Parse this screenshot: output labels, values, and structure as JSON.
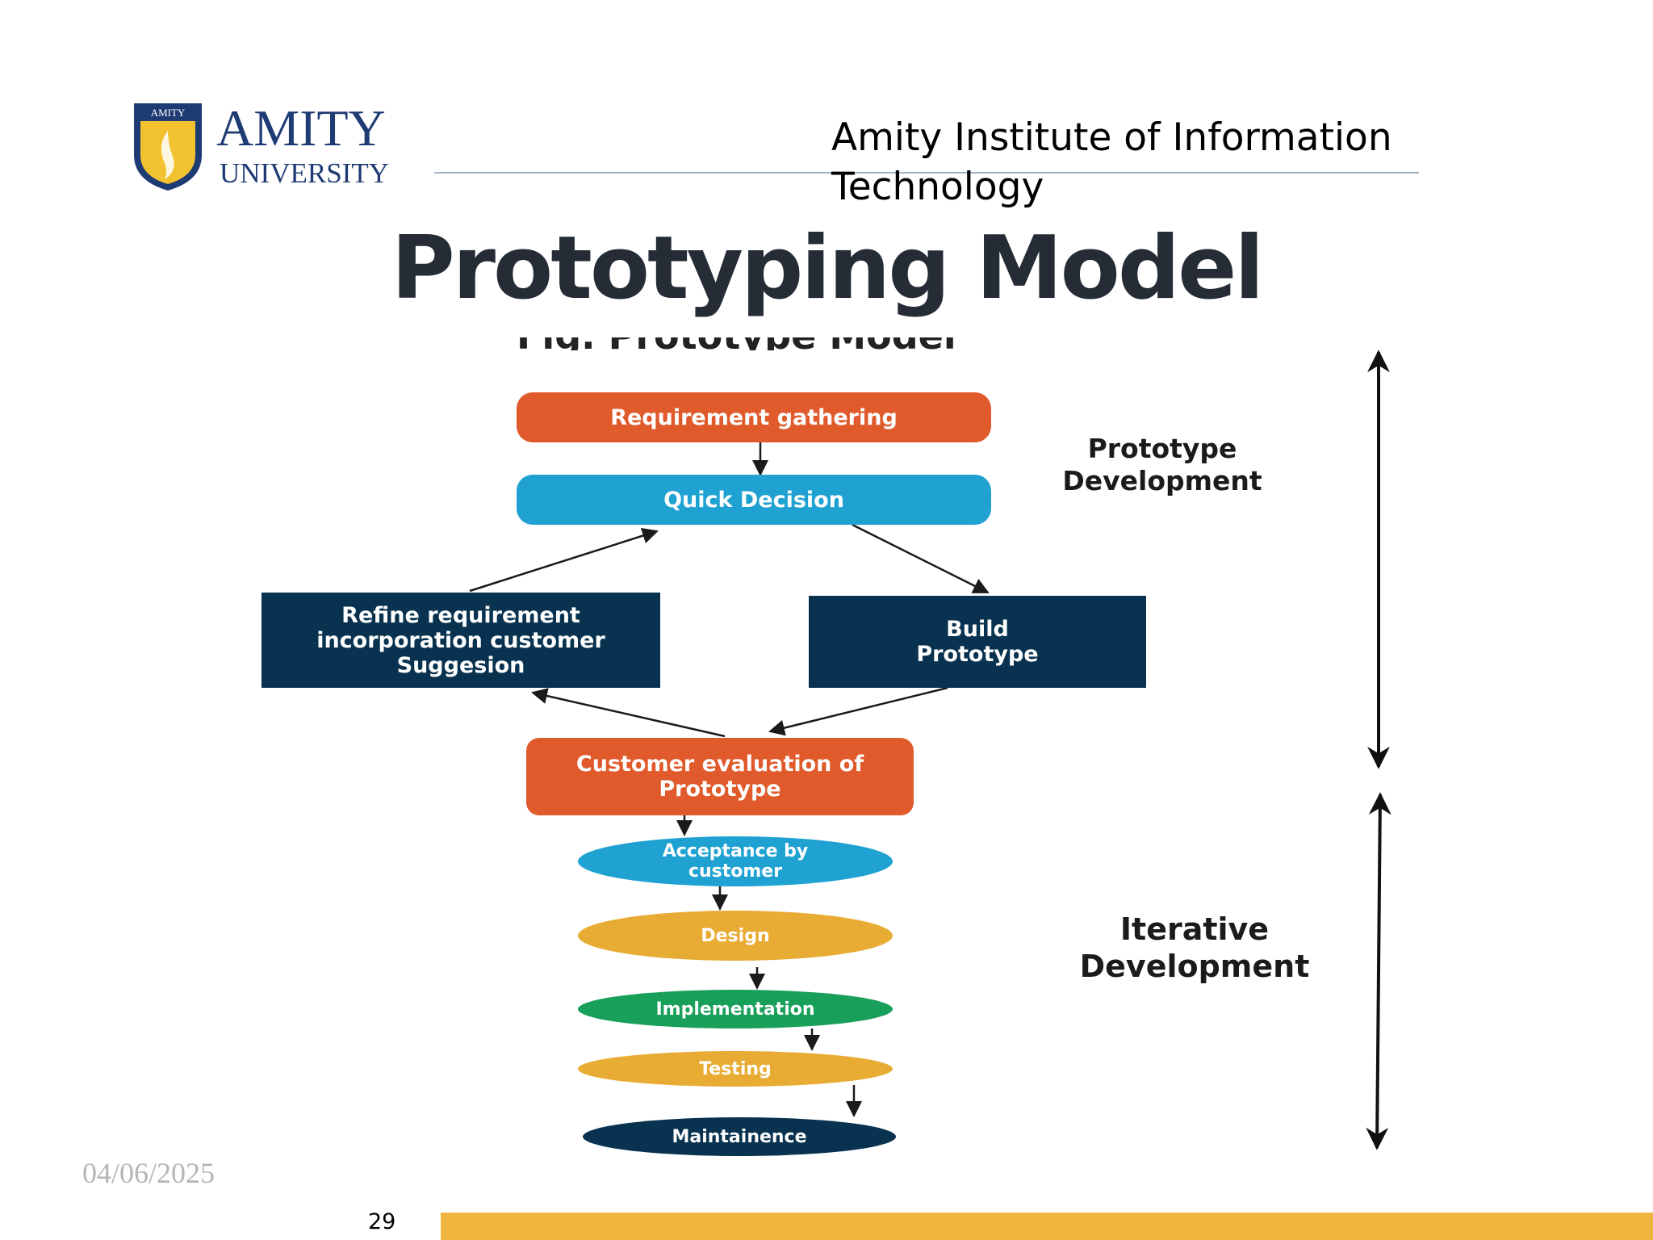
{
  "header": {
    "logo": {
      "wordmark_top": "AMITY",
      "wordmark_bottom": "UNIVERSITY",
      "shield_text": "AMITY"
    },
    "institute": "Amity Institute of Information Technology"
  },
  "slide": {
    "title": "Prototyping Model"
  },
  "diagram": {
    "caption_partial": "Fig. Prototype Model",
    "nodes": {
      "requirement": "Requirement gathering",
      "quick_decision": "Quick Decision",
      "refine": "Refine requirement incorporation customer Suggesion",
      "build": "Build Prototype",
      "evaluation": "Customer evaluation of Prototype",
      "acceptance": "Acceptance by customer",
      "design": "Design",
      "implementation": "Implementation",
      "testing": "Testing",
      "maintenance": "Maintainence"
    },
    "phases": {
      "prototype": "Prototype Development",
      "iterative": "Iterative Development"
    },
    "colors": {
      "orange": "#e05a2b",
      "blue": "#1fa2d2",
      "navy": "#08324f",
      "yellow": "#e8ac34",
      "green": "#18a05a"
    }
  },
  "footer": {
    "date": "04/06/2025",
    "page": "29",
    "bar_color": "#efb53e"
  }
}
